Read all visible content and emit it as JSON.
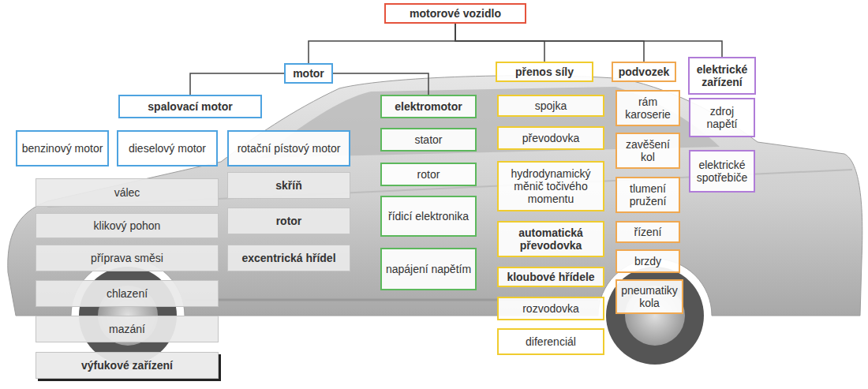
{
  "diagram": {
    "nodes": [
      {
        "text": [
          "motorové vozidlo"
        ]
      },
      {
        "text": [
          "motor"
        ]
      },
      {
        "text": [
          "přenos síly"
        ]
      },
      {
        "text": [
          "podvozek"
        ]
      },
      {
        "text": [
          "elektrické zařízení"
        ]
      },
      {
        "text": [
          "spalovací motor"
        ]
      },
      {
        "text": [
          "elektromotor"
        ]
      },
      {
        "text": [
          "benzinový motor"
        ]
      },
      {
        "text": [
          "dieselový motor"
        ]
      },
      {
        "text": [
          "rotační pístový motor"
        ]
      },
      {
        "text": [
          "stator"
        ]
      },
      {
        "text": [
          "rotor"
        ]
      },
      {
        "text": [
          "řídicí elektronika"
        ]
      },
      {
        "text": [
          "napájení napětím"
        ]
      },
      {
        "text": [
          "spojka"
        ]
      },
      {
        "text": [
          "převodovka"
        ]
      },
      {
        "text": [
          "hydrodynamický měnič točivého momentu"
        ]
      },
      {
        "text": [
          "automatická převodovka"
        ]
      },
      {
        "text": [
          "kloubové hřídele"
        ]
      },
      {
        "text": [
          "rozvodovka"
        ]
      },
      {
        "text": [
          "diferenciál"
        ]
      },
      {
        "text": [
          "rám karoserie"
        ]
      },
      {
        "text": [
          "zavěšení kol"
        ]
      },
      {
        "text": [
          "tlumení pružení"
        ]
      },
      {
        "text": [
          "řízení"
        ]
      },
      {
        "text": [
          "brzdy"
        ]
      },
      {
        "text": [
          "pneumatiky kola"
        ]
      },
      {
        "text": [
          "zdroj napětí"
        ]
      },
      {
        "text": [
          "elektrické spotřebiče"
        ]
      },
      {
        "text": [
          "válec"
        ]
      },
      {
        "text": [
          "klikový pohon"
        ]
      },
      {
        "text": [
          "příprava směsi"
        ]
      },
      {
        "text": [
          "chlazení"
        ]
      },
      {
        "text": [
          "mazání"
        ]
      },
      {
        "text": [
          "výfukové zařízení"
        ]
      },
      {
        "text": [
          "skříň"
        ]
      },
      {
        "text": [
          "rotor"
        ]
      },
      {
        "text": [
          "excentrická hřídel"
        ]
      }
    ],
    "edges": [
      {
        "from": 0,
        "to": 1,
        "arrow": "none"
      },
      {
        "from": 0,
        "to": 2,
        "arrow": "none"
      },
      {
        "from": 0,
        "to": 3,
        "arrow": "none"
      },
      {
        "from": 0,
        "to": 4,
        "arrow": "none"
      },
      {
        "from": 1,
        "to": 5,
        "arrow": "none"
      },
      {
        "from": 1,
        "to": 6,
        "arrow": "none"
      }
    ]
  }
}
